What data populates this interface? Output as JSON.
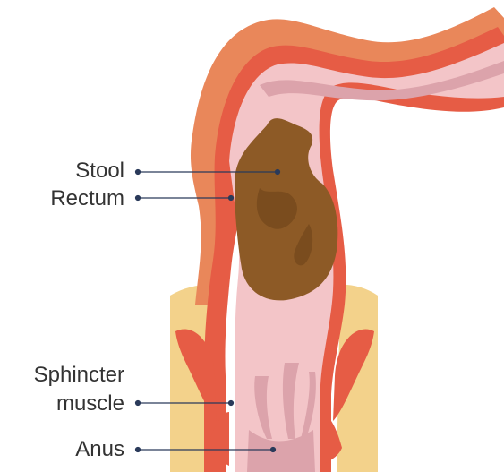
{
  "labels": {
    "stool": "Stool",
    "rectum": "Rectum",
    "sphincter_line1": "Sphincter",
    "sphincter_line2": "muscle",
    "anus": "Anus"
  },
  "colors": {
    "outer_colon": "#e9875a",
    "wall_red": "#e65c45",
    "lining_pink": "#f3c5c8",
    "lining_dark": "#dca3ab",
    "stool": "#8d5a26",
    "stool_dark": "#7a4c1e",
    "fat": "#f3d28b",
    "leader": "#2a3a5a"
  }
}
